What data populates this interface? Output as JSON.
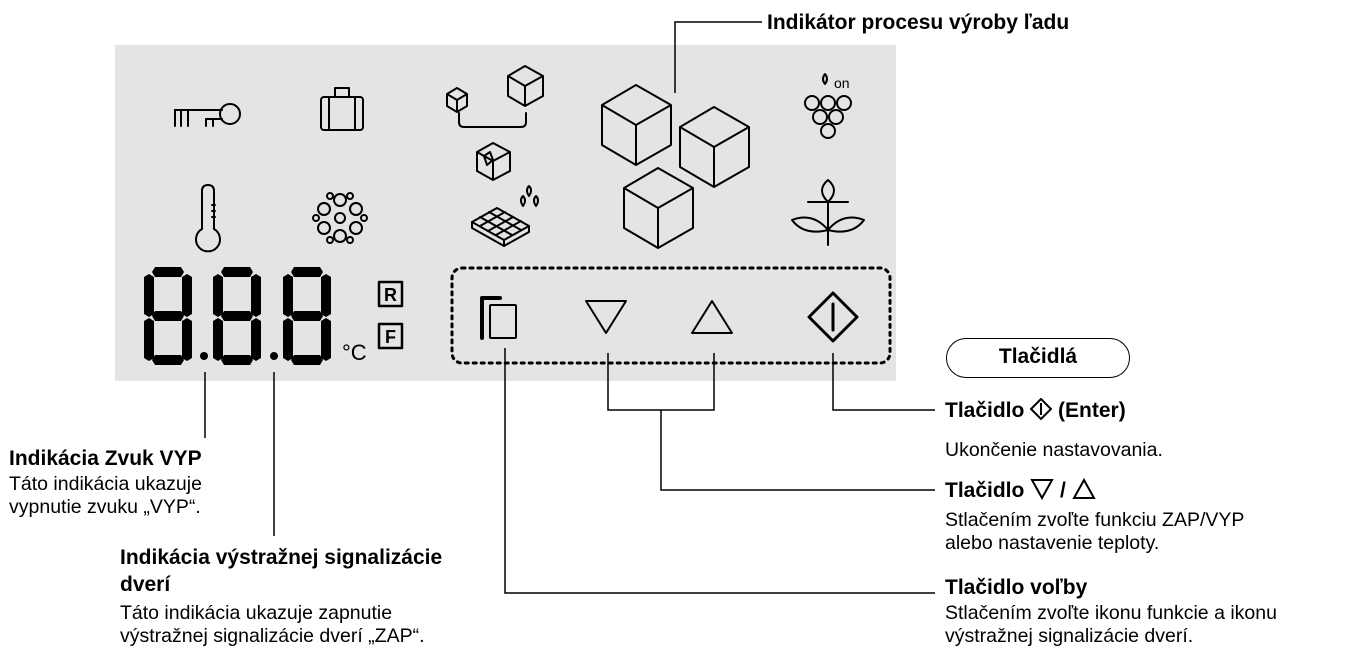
{
  "panel": {
    "icons": [
      "key-icon",
      "vacation-icon",
      "ice-cube-size-icon",
      "crushed-ice-icon",
      "chocolate-icon",
      "thermometer-icon",
      "snowflake-icon",
      "ice-maker-icon",
      "grape-icon",
      "plant-icon"
    ],
    "display": {
      "digits": "8.8.8",
      "unit": "°C",
      "unit_box_r": "R",
      "unit_box_f": "F"
    },
    "buttons": [
      "select-button",
      "down-button",
      "up-button",
      "enter-button"
    ]
  },
  "labels": {
    "ice_maker": "Indikátor procesu výroby ľadu",
    "buttons_pill": "Tlačidlá",
    "enter_title_prefix": "Tlačidlo ",
    "enter_title_suffix": " (Enter)",
    "enter_desc": "Ukončenie nastavovania.",
    "updown_title_prefix": "Tlačidlo ",
    "updown_title_sep": " / ",
    "updown_desc_1": "Stlačením zvoľte funkciu ZAP/VYP",
    "updown_desc_2": "alebo nastavenie teploty.",
    "select_title": "Tlačidlo voľby",
    "select_desc_1": "Stlačením zvoľte ikonu funkcie a ikonu",
    "select_desc_2": "výstražnej signalizácie dverí.",
    "sound_title": "Indikácia Zvuk VYP",
    "sound_desc_1": "Táto indikácia ukazuje",
    "sound_desc_2": "vypnutie zvuku „VYP“.",
    "door_title_1": "Indikácia výstražnej signalizácie",
    "door_title_2": "dverí",
    "door_desc_1": "Táto indikácia ukazuje zapnutie",
    "door_desc_2": "výstražnej signalizácie dverí „ZAP“."
  },
  "colors": {
    "panel": "#e4e4e4",
    "stroke": "#000000"
  }
}
